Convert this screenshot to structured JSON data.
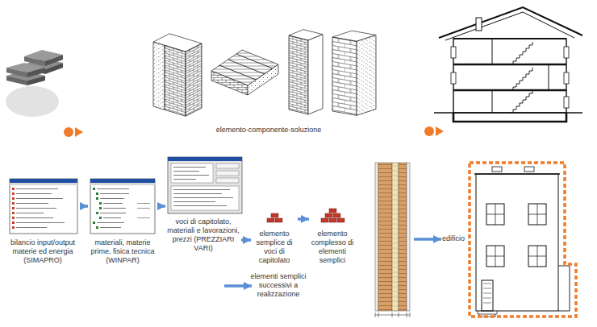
{
  "diagram": {
    "nodes": [
      {
        "text": [
          "bilancio input/output materie ed energia (SIMAPRO)"
        ]
      },
      {
        "text": [
          "materiali, materie prime, fisica tecnica (WINPAR)"
        ]
      },
      {
        "text": [
          "voci di capitolato, materiali e lavorazioni, prezzi (PREZZIARI VARI)"
        ]
      },
      {
        "text": [
          "elemento semplice di voci di capitolato"
        ]
      },
      {
        "text": [
          "elemento complesso di elementi semplici"
        ]
      },
      {
        "text": [
          "edificio"
        ]
      }
    ],
    "edges": [
      {
        "from": 0,
        "to": 1,
        "arrow": "to"
      },
      {
        "from": 1,
        "to": 2,
        "arrow": "to"
      },
      {
        "from": 2,
        "to": 3,
        "arrow": "to"
      },
      {
        "from": 3,
        "to": 4,
        "arrow": "to"
      },
      {
        "from": 4,
        "to": 5,
        "arrow": "to"
      }
    ],
    "labels": [
      "elemento-componente-soluzione",
      "elementi semplici successivi a realizzazione"
    ]
  }
}
